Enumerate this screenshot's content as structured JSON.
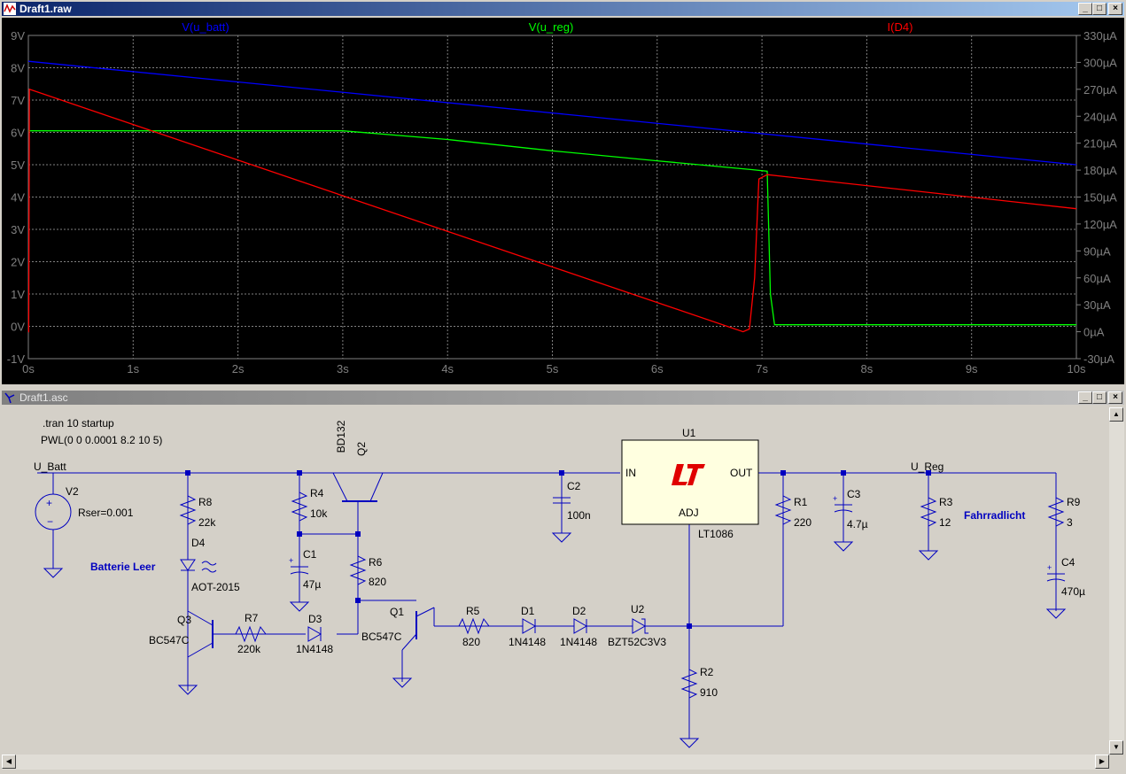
{
  "plot_window": {
    "title": "Draft1.raw"
  },
  "schematic_window": {
    "title": "Draft1.asc"
  },
  "chart_data": {
    "type": "line",
    "x_unit": "s",
    "xlim": [
      0,
      10
    ],
    "x_ticks": [
      "0s",
      "1s",
      "2s",
      "3s",
      "4s",
      "5s",
      "6s",
      "7s",
      "8s",
      "9s",
      "10s"
    ],
    "ylim_left": [
      -1,
      9
    ],
    "y_ticks_left": [
      "-1V",
      "0V",
      "1V",
      "2V",
      "3V",
      "4V",
      "5V",
      "6V",
      "7V",
      "8V",
      "9V"
    ],
    "ylim_right": [
      -30,
      330
    ],
    "y_ticks_right": [
      "-30µA",
      "0µA",
      "30µA",
      "60µA",
      "90µA",
      "120µA",
      "150µA",
      "180µA",
      "210µA",
      "240µA",
      "270µA",
      "300µA",
      "330µA"
    ],
    "grid": true,
    "series": [
      {
        "name": "V(u_batt)",
        "axis": "left",
        "color": "#0000ff",
        "x": [
          0,
          10
        ],
        "y": [
          8.2,
          5.0
        ]
      },
      {
        "name": "V(u_reg)",
        "axis": "left",
        "color": "#00ff00",
        "x": [
          0,
          3.0,
          4.0,
          5.0,
          6.0,
          6.9,
          7.05,
          7.08,
          7.12,
          10
        ],
        "y": [
          6.05,
          6.05,
          5.78,
          5.43,
          5.12,
          4.85,
          4.8,
          1.0,
          0.05,
          0.05
        ]
      },
      {
        "name": "I(D4)",
        "axis": "right",
        "color": "#ff0000",
        "x": [
          0,
          0.003,
          0.01,
          6.82,
          6.88,
          6.93,
          6.97,
          7.05,
          10
        ],
        "y": [
          0,
          0,
          270,
          0,
          3,
          60,
          170,
          175,
          137
        ]
      }
    ]
  },
  "schematic": {
    "directives": [
      ".tran 10 startup",
      "PWL(0 0 0.0001 8.2 10 5)"
    ],
    "nets": {
      "u_batt": "U_Batt",
      "u_reg": "U_Reg"
    },
    "comments": {
      "batterie": "Batterie Leer",
      "fahrradlicht": "Fahrradlicht"
    },
    "components": {
      "V2": {
        "name": "V2",
        "value": "Rser=0.001"
      },
      "R8": {
        "name": "R8",
        "value": "22k"
      },
      "D4": {
        "name": "D4",
        "value": "AOT-2015"
      },
      "Q3": {
        "name": "Q3",
        "value": "BC547C"
      },
      "R7": {
        "name": "R7",
        "value": "220k"
      },
      "D3": {
        "name": "D3",
        "value": "1N4148"
      },
      "R4": {
        "name": "R4",
        "value": "10k"
      },
      "C1": {
        "name": "C1",
        "value": "47µ"
      },
      "R6": {
        "name": "R6",
        "value": "820"
      },
      "Q2": {
        "name": "Q2",
        "value": "BD132"
      },
      "Q1": {
        "name": "Q1",
        "value": "BC547C"
      },
      "R5": {
        "name": "R5",
        "value": "820"
      },
      "D1": {
        "name": "D1",
        "value": "1N4148"
      },
      "D2": {
        "name": "D2",
        "value": "1N4148"
      },
      "U2": {
        "name": "U2",
        "value": "BZT52C3V3"
      },
      "C2": {
        "name": "C2",
        "value": "100n"
      },
      "U1": {
        "name": "U1",
        "value": "LT1086",
        "pin_in": "IN",
        "pin_out": "OUT",
        "pin_adj": "ADJ"
      },
      "R1": {
        "name": "R1",
        "value": "220"
      },
      "R2": {
        "name": "R2",
        "value": "910"
      },
      "C3": {
        "name": "C3",
        "value": "4.7µ"
      },
      "R3": {
        "name": "R3",
        "value": "12"
      },
      "R9": {
        "name": "R9",
        "value": "3"
      },
      "C4": {
        "name": "C4",
        "value": "470µ"
      }
    }
  }
}
